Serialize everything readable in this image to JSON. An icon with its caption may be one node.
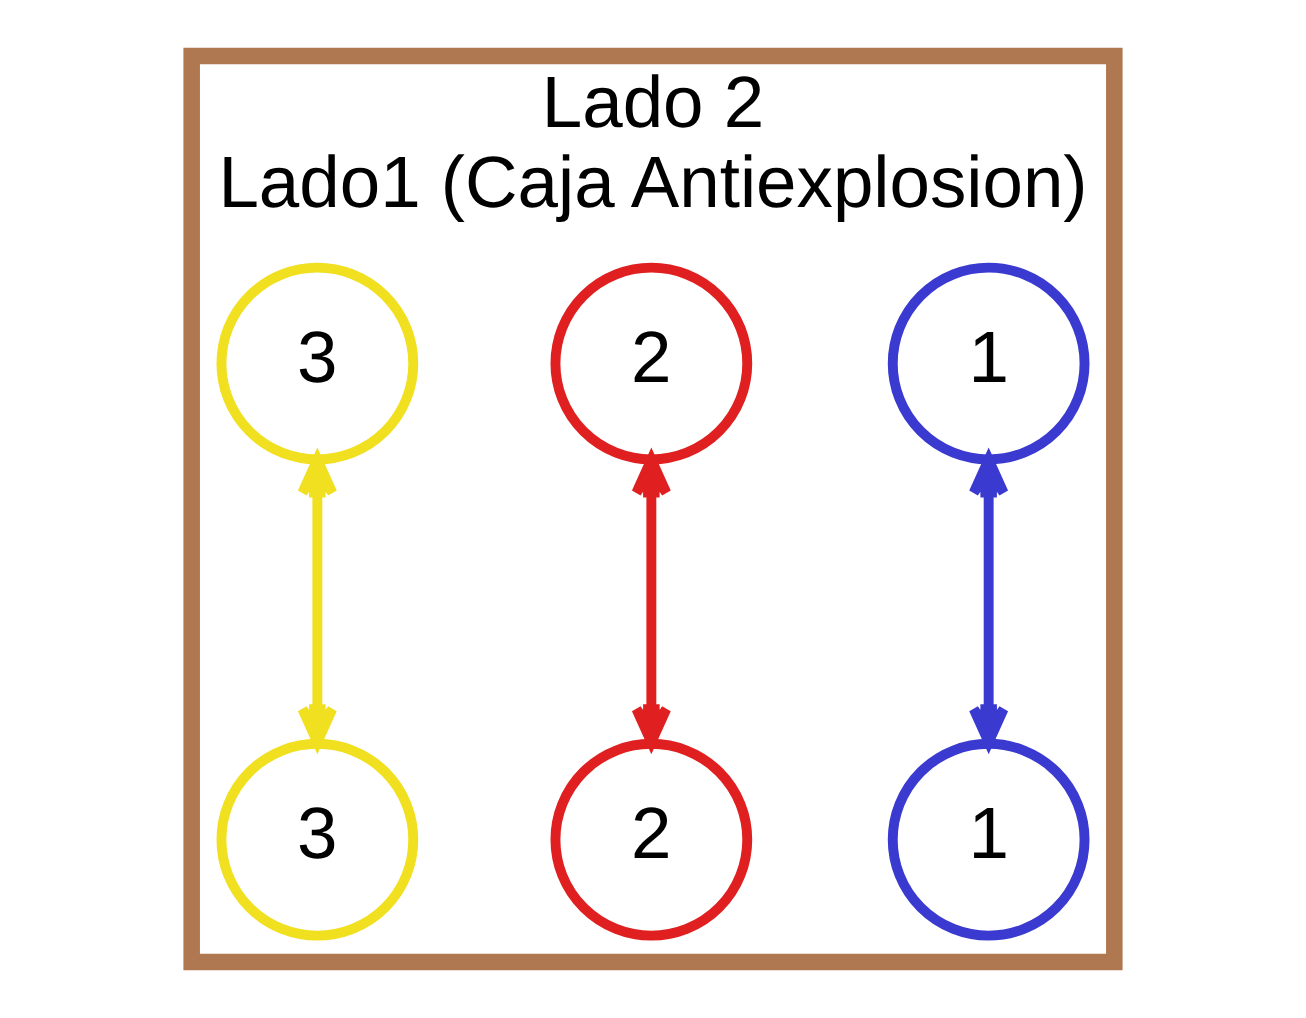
{
  "diagram": {
    "nodes": [
      {
        "text": [
          "Lado 2",
          "Lado1 (Caja Antiexplosion)"
        ]
      },
      {
        "text": [
          "1"
        ],
        "in": 0
      },
      {
        "text": [
          "2"
        ],
        "in": 0
      },
      {
        "text": [
          "3"
        ],
        "in": 0
      },
      {
        "text": [
          "3"
        ],
        "in": 0
      },
      {
        "text": [
          "2"
        ],
        "in": 0
      },
      {
        "text": [
          "1"
        ],
        "in": 0
      }
    ],
    "edges": [
      {
        "from": 1,
        "to": 6,
        "arrow": "both",
        "color": "#3a3ad0"
      },
      {
        "from": 2,
        "to": 5,
        "arrow": "both",
        "color": "#e02020"
      },
      {
        "from": 3,
        "to": 4,
        "arrow": "both",
        "color": "#f0e020"
      }
    ]
  }
}
